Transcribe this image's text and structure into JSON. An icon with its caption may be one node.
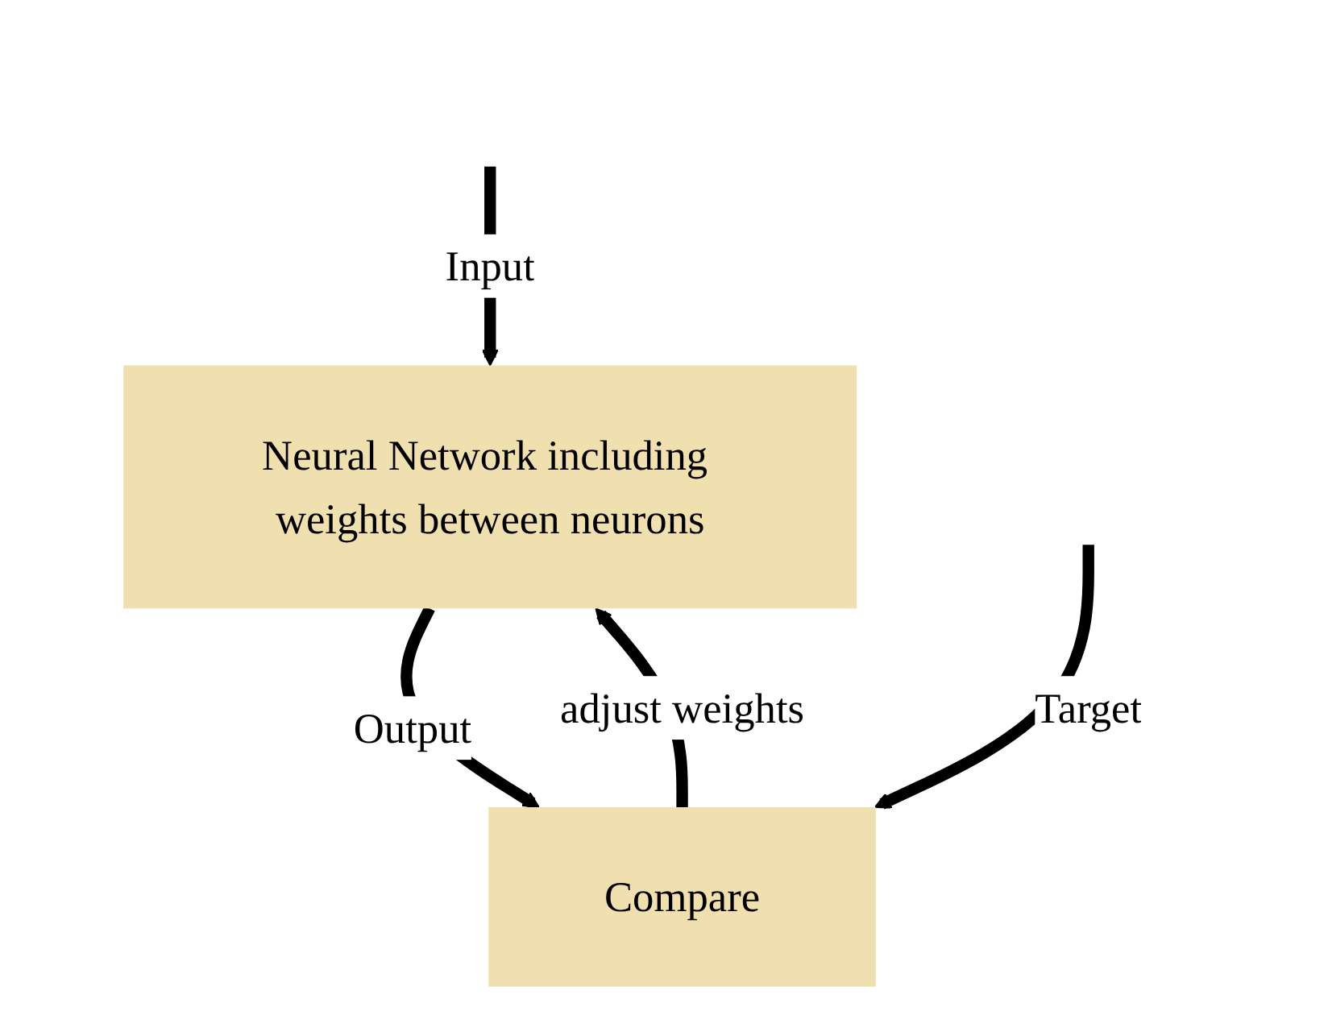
{
  "diagram": {
    "nodes": [
      {
        "text": [
          "Neural Network including weights between neurons"
        ]
      },
      {
        "text": [
          "Compare"
        ]
      }
    ],
    "edges": [
      {
        "from": null,
        "to": 0,
        "arrow": "to",
        "label": "Input"
      },
      {
        "from": 0,
        "to": 1,
        "arrow": "to",
        "label": "Output"
      },
      {
        "from": null,
        "to": 1,
        "arrow": "to",
        "label": "Target"
      },
      {
        "from": 1,
        "to": 0,
        "arrow": "to",
        "label": "adjust weights"
      }
    ]
  }
}
